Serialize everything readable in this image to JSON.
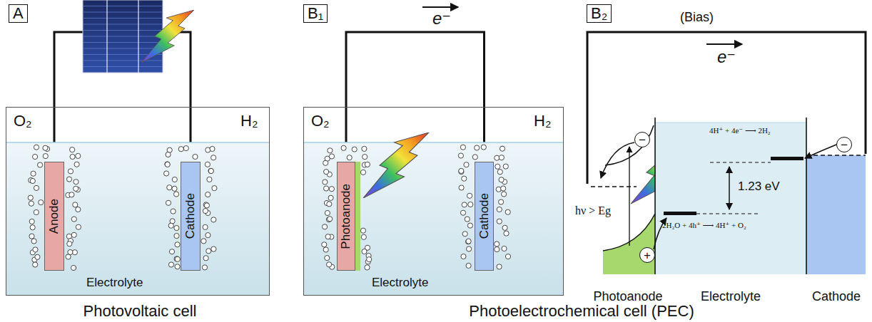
{
  "diagram": {
    "nodes": [
      {
        "text": [
          "A"
        ]
      },
      {
        "text": [
          "O₂",
          "H₂",
          "Electrolyte"
        ]
      },
      {
        "text": [
          "Anode"
        ],
        "in": 1
      },
      {
        "text": [
          "Cathode"
        ],
        "in": 1
      },
      {
        "text": [
          "B₁"
        ]
      },
      {
        "text": [
          "O₂",
          "H₂",
          "Electrolyte"
        ]
      },
      {
        "text": [
          "Photoanode"
        ],
        "in": 5
      },
      {
        "text": [
          "Cathode"
        ],
        "in": 5
      },
      {
        "text": [
          "B₂"
        ]
      },
      {
        "text": [
          "−"
        ]
      },
      {
        "text": [
          "−"
        ]
      },
      {
        "text": [
          "+"
        ]
      }
    ],
    "edges": [
      {
        "from": 2,
        "to": 3,
        "arrow": "none"
      },
      {
        "from": 6,
        "to": 7,
        "arrow": "none"
      }
    ],
    "labels": [
      "e⁻",
      "(Bias)",
      "e⁻",
      "4H⁺ + 4e⁻ ⟶ 2H₂",
      "1.23 eV",
      "hν > Eg",
      "2H₂O + 4h⁺ ⟶ 4H⁺ + O₂",
      "Photoanode",
      "Electrolyte",
      "Cathode",
      "Photovoltaic cell",
      "Photoelectrochemical cell (PEC)"
    ]
  }
}
